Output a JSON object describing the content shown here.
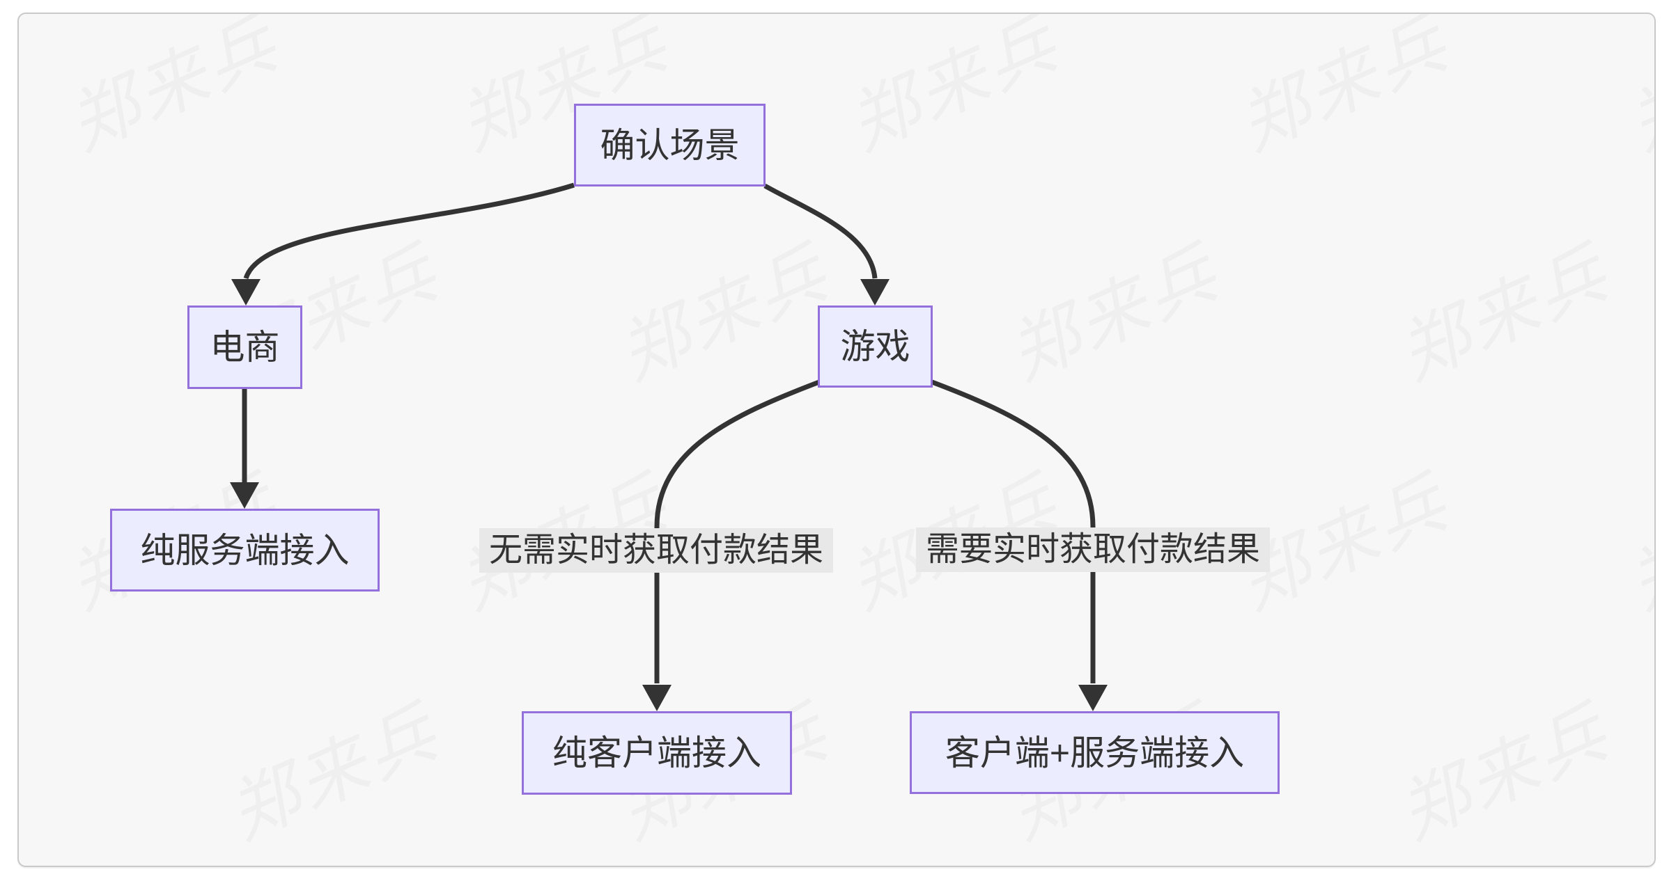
{
  "diagram": {
    "type": "flowchart",
    "direction": "top-down",
    "nodes": {
      "confirm_scene": {
        "label": "确认场景"
      },
      "ecommerce": {
        "label": "电商"
      },
      "game": {
        "label": "游戏"
      },
      "server_only": {
        "label": "纯服务端接入"
      },
      "client_only": {
        "label": "纯客户端接入"
      },
      "client_server": {
        "label": "客户端+服务端接入"
      }
    },
    "edges": [
      {
        "from": "confirm_scene",
        "to": "ecommerce",
        "label": ""
      },
      {
        "from": "confirm_scene",
        "to": "game",
        "label": ""
      },
      {
        "from": "ecommerce",
        "to": "server_only",
        "label": ""
      },
      {
        "from": "game",
        "to": "client_only",
        "label": "无需实时获取付款结果"
      },
      {
        "from": "game",
        "to": "client_server",
        "label": "需要实时获取付款结果"
      }
    ]
  },
  "watermark": {
    "text": "郑来兵"
  },
  "colors": {
    "node_fill": "#ECECFF",
    "node_border": "#9370DB",
    "node_text": "#333333",
    "edge": "#333333",
    "edge_label_bg": "#e8e8e8",
    "canvas_bg": "#f7f7f7",
    "page_bg": "#ffffff",
    "panel_border": "#c9c9c9"
  }
}
